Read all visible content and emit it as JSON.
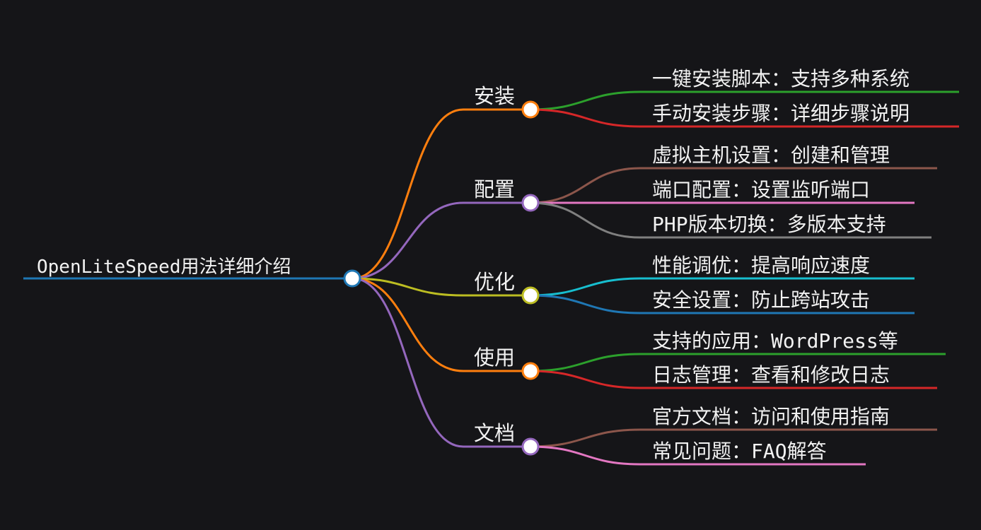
{
  "mindmap": {
    "root": {
      "label": "OpenLiteSpeed用法详细介绍",
      "color": "#1f77b4"
    },
    "branches": [
      {
        "label": "安装",
        "color": "#ff7f0e",
        "children": [
          {
            "label": "一键安装脚本：支持多种系统",
            "color": "#2ca02c"
          },
          {
            "label": "手动安装步骤：详细步骤说明",
            "color": "#d62728"
          }
        ]
      },
      {
        "label": "配置",
        "color": "#9467bd",
        "children": [
          {
            "label": "虚拟主机设置：创建和管理",
            "color": "#8c564b"
          },
          {
            "label": "端口配置：设置监听端口",
            "color": "#e377c2"
          },
          {
            "label": "PHP版本切换：多版本支持",
            "color": "#7f7f7f"
          }
        ]
      },
      {
        "label": "优化",
        "color": "#bcbd22",
        "children": [
          {
            "label": "性能调优：提高响应速度",
            "color": "#17becf"
          },
          {
            "label": "安全设置：防止跨站攻击",
            "color": "#1f77b4"
          }
        ]
      },
      {
        "label": "使用",
        "color": "#ff7f0e",
        "children": [
          {
            "label": "支持的应用：WordPress等",
            "color": "#2ca02c"
          },
          {
            "label": "日志管理：查看和修改日志",
            "color": "#d62728"
          }
        ]
      },
      {
        "label": "文档",
        "color": "#9467bd",
        "children": [
          {
            "label": "官方文档：访问和使用指南",
            "color": "#8c564b"
          },
          {
            "label": "常见问题：FAQ解答",
            "color": "#e377c2"
          }
        ]
      }
    ]
  }
}
